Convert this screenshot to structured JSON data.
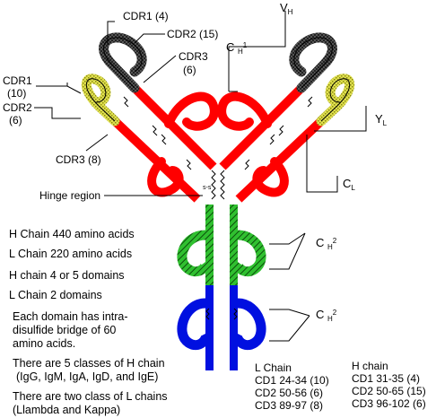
{
  "labels": {
    "cdr1_top": "CDR1 (4)",
    "cdr2_top": "CDR2 (15)",
    "cdr3_top": "CDR3",
    "cdr3_top_count": "(6)",
    "cdr1_left": "CDR1",
    "cdr1_left_count": "(10)",
    "cdr2_left": "CDR2",
    "cdr2_left_count": "(6)",
    "cdr3_left": "CDR3 (8)",
    "hinge": "Hinge region",
    "vh_main": "V",
    "vh_sub": "H",
    "ch1_main": "C",
    "ch1_sub": "H",
    "ch1_sup": "1",
    "vl_main": "Y",
    "vl_sub": "L",
    "cl_main": "C",
    "cl_sub": "L",
    "ch2_main": "C",
    "ch2_sub": "H",
    "ch2_sup": "2",
    "ch3_main": "C",
    "ch3_sub": "H",
    "ch3_sup": "2"
  },
  "facts": [
    "H Chain 440 amino acids",
    "L Chain 220 amino acids",
    "H chain 4 or 5 domains",
    "L Chain 2 domains",
    "Each domain has intra-",
    "disulfide bridge of 60",
    "amino acids.",
    "There are 5 classes of H chain",
    "(IgG, IgM, IgA, IgD, and IgE)",
    "There are two class of L chains",
    "(Llambda and Kappa)"
  ],
  "l_chain_table": {
    "title": "L Chain",
    "rows": [
      "CD1 24-34 (10)",
      "CD2 50-56 (6)",
      "CD3 89-97 (8)"
    ]
  },
  "h_chain_table": {
    "title": "H chain",
    "rows": [
      "CD1 31-35 (4)",
      "CD2 50-65 (15)",
      "CD3  96-102 (6)"
    ]
  },
  "disulfide_label": "s-s",
  "colors": {
    "variable_heavy": "#404040",
    "variable_light": "#d8d840",
    "constant_red": "#ff0000",
    "ch2_green": "#30c030",
    "ch3_blue": "#0010e0"
  }
}
